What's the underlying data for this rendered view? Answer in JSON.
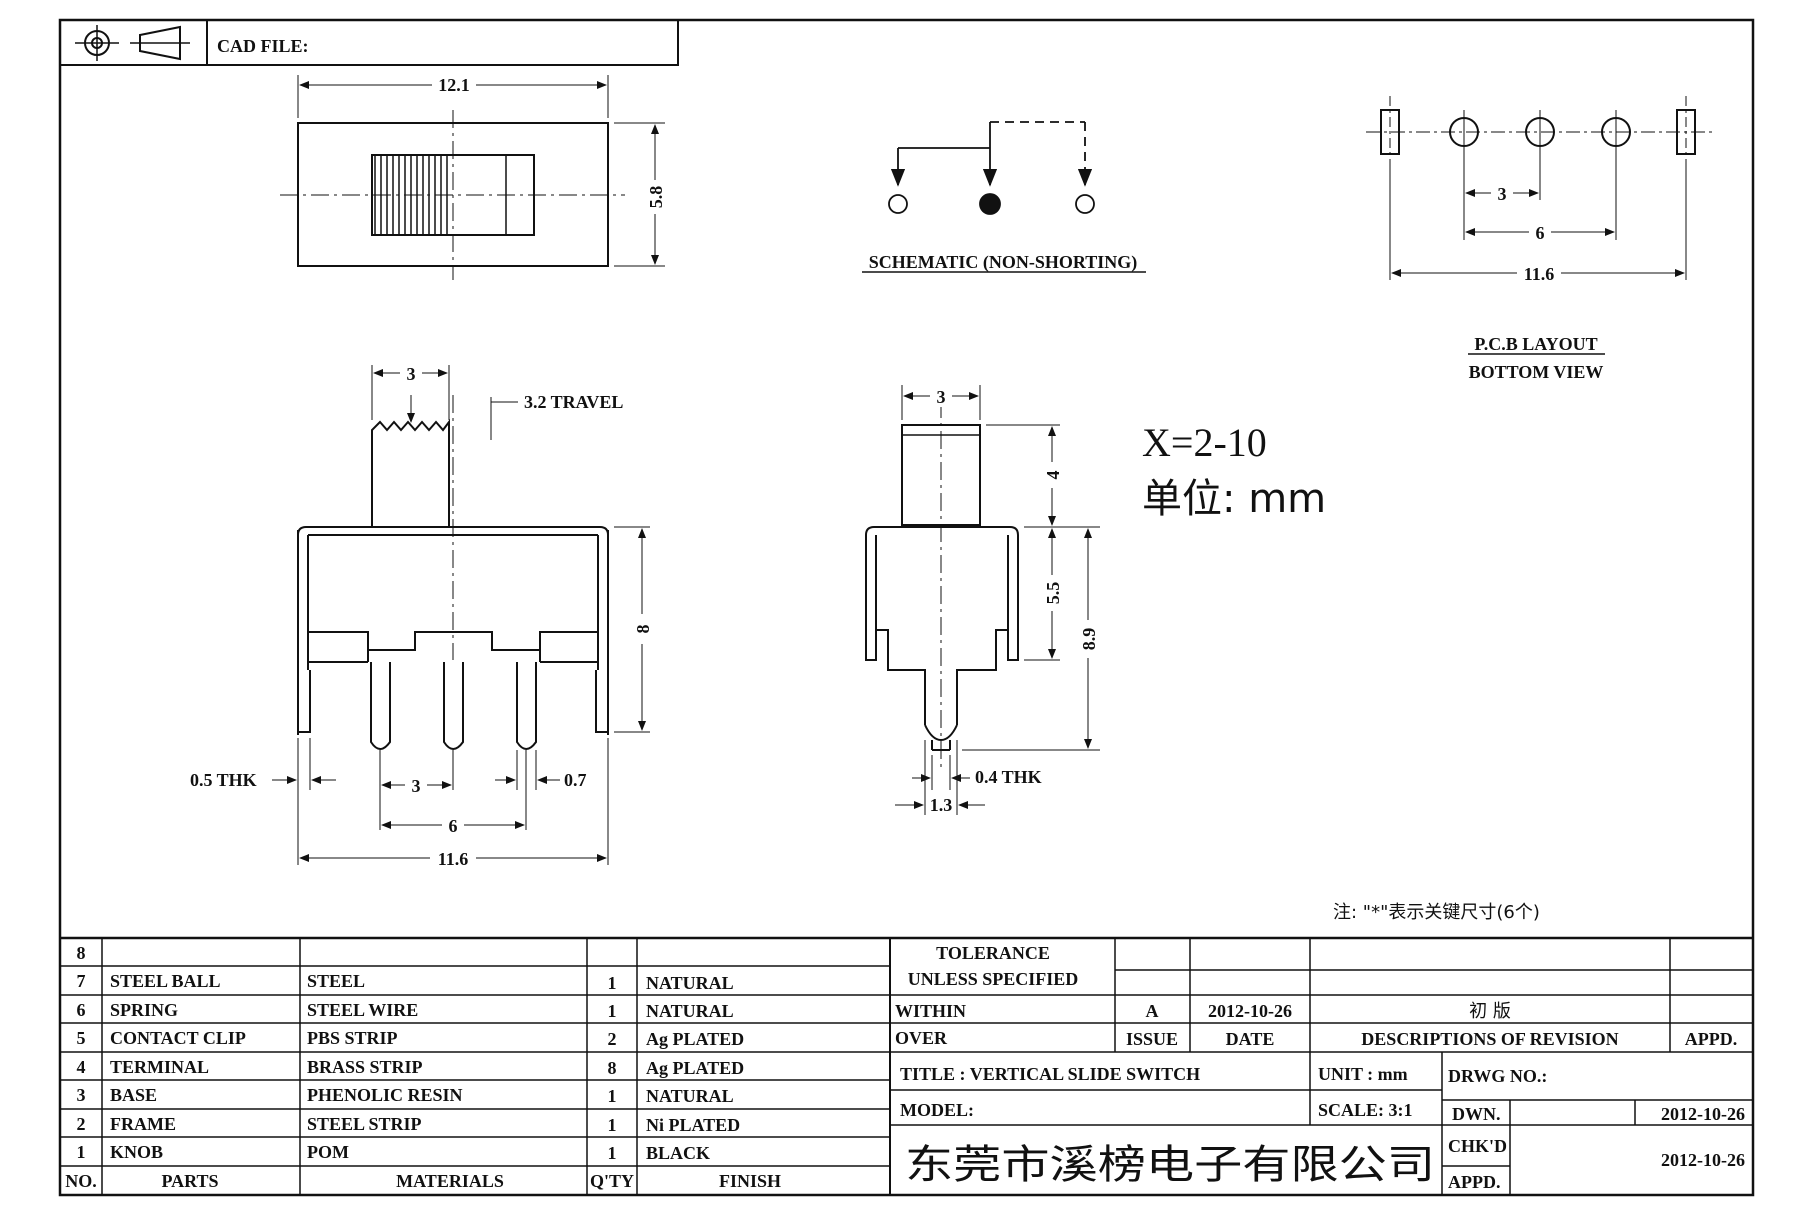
{
  "title_block": {
    "cad_file_label": "CAD FILE:"
  },
  "dimensions": {
    "top_length": "12.1",
    "top_height": "5.8",
    "actuator_width": "3",
    "travel": "3.2 TRAVEL",
    "body_height": "8",
    "thickness_left": "0.5 THK",
    "pin_pitch": "3",
    "pin_width": "0.7",
    "outer_pin_span": "6",
    "overall_width": "11.6",
    "side_actuator_width": "3",
    "side_actuator_height": "4",
    "side_body_height": "5.5",
    "side_total_height": "8.9",
    "side_thickness": "0.4 THK",
    "side_pin_width": "1.3",
    "pcb_pitch": "3",
    "pcb_outer": "6",
    "pcb_total": "11.6"
  },
  "labels": {
    "schematic": "SCHEMATIC (NON-SHORTING)",
    "pcb_layout": "P.C.B LAYOUT",
    "bottom_view": "BOTTOM VIEW",
    "x_range": "X=2-10",
    "unit": "单位: mm",
    "note": "注: \"*\"表示关键尺寸(6个)"
  },
  "bom": {
    "header": {
      "no": "NO.",
      "parts": "PARTS",
      "materials": "MATERIALS",
      "qty": "Q'TY",
      "finish": "FINISH"
    },
    "rows": [
      {
        "no": "8",
        "part": "",
        "material": "",
        "qty": "",
        "finish": ""
      },
      {
        "no": "7",
        "part": "STEEL BALL",
        "material": "STEEL",
        "qty": "1",
        "finish": "NATURAL"
      },
      {
        "no": "6",
        "part": "SPRING",
        "material": "STEEL WIRE",
        "qty": "1",
        "finish": "NATURAL"
      },
      {
        "no": "5",
        "part": "CONTACT CLIP",
        "material": "PBS STRIP",
        "qty": "2",
        "finish": "Ag PLATED"
      },
      {
        "no": "4",
        "part": "TERMINAL",
        "material": "BRASS STRIP",
        "qty": "8",
        "finish": "Ag PLATED"
      },
      {
        "no": "3",
        "part": "BASE",
        "material": "PHENOLIC RESIN",
        "qty": "1",
        "finish": "NATURAL"
      },
      {
        "no": "2",
        "part": "FRAME",
        "material": "STEEL STRIP",
        "qty": "1",
        "finish": "Ni PLATED"
      },
      {
        "no": "1",
        "part": "KNOB",
        "material": "POM",
        "qty": "1",
        "finish": "BLACK"
      }
    ]
  },
  "tolerance": {
    "title1": "TOLERANCE",
    "title2": "UNLESS  SPECIFIED",
    "within": "WITHIN",
    "over": "OVER"
  },
  "revision": {
    "issue_value": "A",
    "date_value": "2012-10-26",
    "description_value": "初 版",
    "issue_label": "ISSUE",
    "date_label": "DATE",
    "description_label": "DESCRIPTIONS OF REVISION",
    "appd_label": "APPD."
  },
  "info": {
    "title": "TITLE :  VERTICAL SLIDE SWITCH",
    "model": "MODEL:",
    "unit": "UNIT :  mm",
    "scale": "SCALE:  3:1",
    "drwg_no": "DRWG NO.:",
    "dwn_label": "DWN.",
    "dwn_date": "2012-10-26",
    "chkd_label": "CHK'D",
    "chkd_date": "2012-10-26",
    "appd_label": "APPD.",
    "company": "东莞市溪榜电子有限公司"
  }
}
